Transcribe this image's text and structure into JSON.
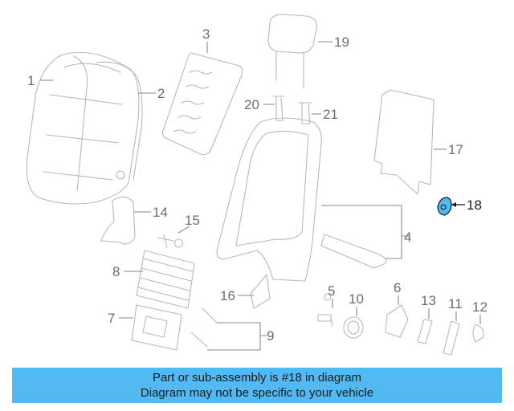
{
  "callouts": {
    "c1": "1",
    "c2": "2",
    "c3": "3",
    "c4": "4",
    "c5": "5",
    "c6": "6",
    "c7": "7",
    "c8": "8",
    "c9": "9",
    "c10": "10",
    "c11": "11",
    "c12": "12",
    "c13": "13",
    "c14": "14",
    "c15": "15",
    "c16": "16",
    "c17": "17",
    "c18": "18",
    "c19": "19",
    "c20": "20",
    "c21": "21"
  },
  "highlight": {
    "part": "18",
    "color": "#52b9f2"
  },
  "banner": {
    "line1": "Part or sub-assembly is #18 in diagram",
    "line2": "Diagram may not be specific to your vehicle",
    "color": "#52b9f2"
  }
}
